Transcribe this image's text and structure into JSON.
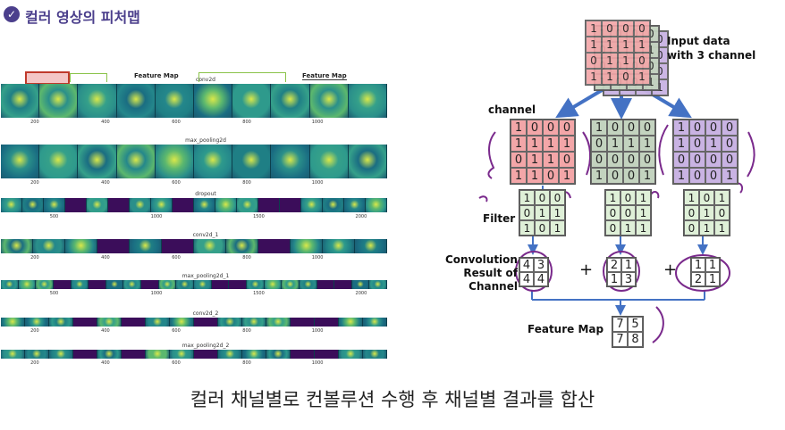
{
  "header": {
    "icon": "check-circle-icon",
    "title": "컬러 영상의 피처맵"
  },
  "feature_map_panel": {
    "top_label": "Feature Map",
    "top_label_right": "Feature Map",
    "rows": [
      {
        "title": "conv2d",
        "ticks": [
          "200",
          "400",
          "600",
          "800",
          "1000"
        ]
      },
      {
        "title": "max_pooling2d",
        "ticks": [
          "200",
          "400",
          "600",
          "800",
          "1000"
        ]
      },
      {
        "title": "dropout",
        "ticks": [
          "500",
          "1000",
          "1500",
          "2000"
        ]
      },
      {
        "title": "conv2d_1",
        "ticks": [
          "200",
          "400",
          "600",
          "800",
          "1000"
        ]
      },
      {
        "title": "max_pooling2d_1",
        "ticks": [
          "500",
          "1000",
          "1500",
          "2000"
        ]
      },
      {
        "title": "conv2d_2",
        "ticks": [
          "200",
          "400",
          "600",
          "800",
          "1000"
        ]
      },
      {
        "title": "max_pooling2d_2",
        "ticks": [
          "200",
          "400",
          "600",
          "800",
          "1000"
        ]
      }
    ]
  },
  "diagram": {
    "input_label": "Input data\nwith 3 channel",
    "channel_label": "channel",
    "filter_label": "Filter",
    "conv_label": "Convolution\nResult of\nChannel",
    "feature_map_label": "Feature Map",
    "plus": "+",
    "input_front": [
      "1",
      "0",
      "0",
      "0",
      "1",
      "1",
      "1",
      "1",
      "0",
      "1",
      "1",
      "0",
      "1",
      "1",
      "0",
      "1"
    ],
    "channels": [
      {
        "color": "#f3a6a8",
        "values": [
          "1",
          "0",
          "0",
          "0",
          "1",
          "1",
          "1",
          "1",
          "0",
          "1",
          "1",
          "0",
          "1",
          "1",
          "0",
          "1"
        ]
      },
      {
        "color": "#c3d3bf",
        "values": [
          "1",
          "0",
          "0",
          "0",
          "0",
          "1",
          "1",
          "1",
          "0",
          "0",
          "0",
          "0",
          "1",
          "0",
          "0",
          "1"
        ]
      },
      {
        "color": "#c9b3e3",
        "values": [
          "1",
          "0",
          "0",
          "0",
          "1",
          "0",
          "1",
          "0",
          "0",
          "0",
          "0",
          "0",
          "1",
          "0",
          "0",
          "1"
        ]
      }
    ],
    "filters": [
      [
        "1",
        "0",
        "0",
        "0",
        "1",
        "1",
        "1",
        "0",
        "1"
      ],
      [
        "1",
        "0",
        "1",
        "0",
        "0",
        "1",
        "0",
        "1",
        "1"
      ],
      [
        "1",
        "0",
        "1",
        "0",
        "1",
        "0",
        "0",
        "1",
        "1"
      ]
    ],
    "results": [
      [
        "4",
        "3",
        "4",
        "4"
      ],
      [
        "2",
        "1",
        "1",
        "3"
      ],
      [
        "1",
        "1",
        "2",
        "1"
      ]
    ],
    "feature_map": [
      "7",
      "5",
      "7",
      "8"
    ],
    "filter_color": "#dff0d8",
    "arrow_color": "#4472c4",
    "ink_color": "#7a2a8c"
  },
  "caption": "컬러 채널별로 컨볼루션 수행 후 채널별 결과를 합산"
}
